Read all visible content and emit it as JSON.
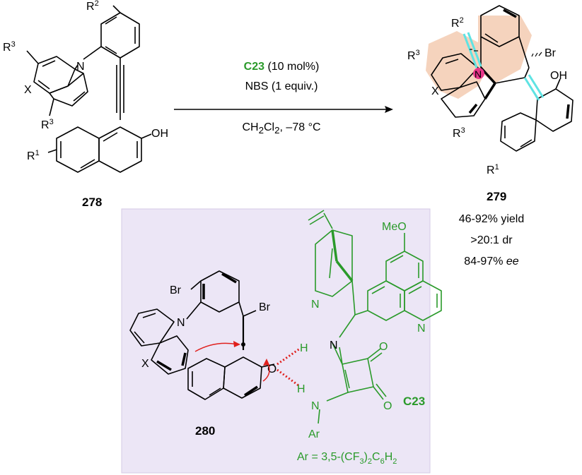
{
  "compounds": {
    "start": {
      "label": "278",
      "substituents": {
        "r1": "R",
        "r1_sup": "1",
        "r2": "R",
        "r2_sup": "2",
        "r3a": "R",
        "r3a_sup": "3",
        "r3b": "R",
        "r3b_sup": "3",
        "x": "X",
        "n": "N",
        "oh": "OH"
      }
    },
    "product": {
      "label": "279",
      "substituents": {
        "r1": "R",
        "r1_sup": "1",
        "r2": "R",
        "r2_sup": "2",
        "r3a": "R",
        "r3a_sup": "3",
        "r3b": "R",
        "r3b_sup": "3",
        "x": "X",
        "n": "N",
        "oh": "OH",
        "br": "Br"
      }
    },
    "intermediate": {
      "label": "280",
      "substituents": {
        "br1": "Br",
        "br2": "Br",
        "n": "N",
        "x": "X",
        "o": "O"
      }
    },
    "catalyst": {
      "label": "C23",
      "substituents": {
        "meo": "MeO",
        "n_quin": "N",
        "n_bicyclic": "N",
        "nh1_h": "H",
        "nh1_n": "N",
        "nh2_h": "H",
        "nh2_n": "N",
        "ar": "Ar",
        "o1": "O",
        "o2": "O"
      },
      "ar_def_prefix": "Ar = 3,5-(CF",
      "ar_def_sub1": "3",
      "ar_def_mid": ")",
      "ar_def_sub2": "2",
      "ar_def_c": "C",
      "ar_def_sub3": "6",
      "ar_def_h": "H",
      "ar_def_sub4": "2"
    }
  },
  "conditions": {
    "catalyst_name": "C23",
    "catalyst_loading": "(10 mol%)",
    "reagent": "NBS (1 equiv.)",
    "solvent_prefix": "CH",
    "solvent_sub1": "2",
    "solvent_mid": "Cl",
    "solvent_sub2": "2",
    "solvent_suffix": ", –78 °C"
  },
  "results": {
    "yield": "46-92% yield",
    "dr": ">20:1 dr",
    "ee_value": "84-97% ",
    "ee_unit": "ee"
  },
  "colors": {
    "green": "#2a9a2a",
    "panel": "#ece6f6",
    "highlight": "#f5d3bd",
    "cyan": "#5fe3e3",
    "pink": "#e8378a",
    "red": "#e0201d"
  }
}
